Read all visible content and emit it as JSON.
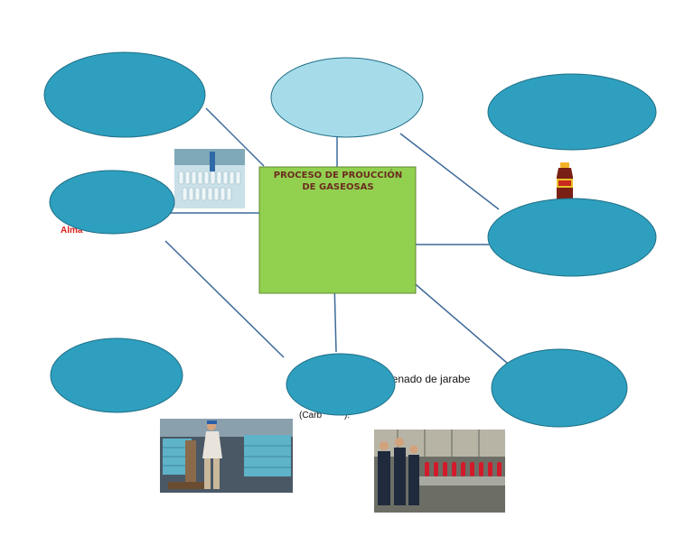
{
  "diagram": {
    "center_title": "PROCESO DE PROUCCIÓN\nDE GASEOSAS",
    "fragments": {
      "red": "Alma",
      "filling": "lenado  de jarabe",
      "paren": "(Carb         )."
    },
    "colors": {
      "center_box": "#92d050",
      "node": "#2e9fbf",
      "node_light": "#a6dcea",
      "connector": "#3d6a9a"
    }
  }
}
